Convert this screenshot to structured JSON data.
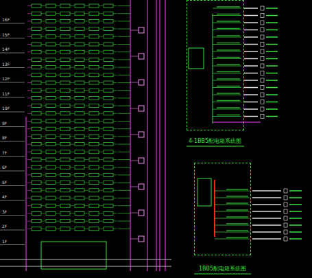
{
  "diagram": {
    "nodes": [
      {
        "text": [
          "4-1BB5配电箱系统图"
        ]
      },
      {
        "text": [
          "1BB5配电箱系统图"
        ]
      }
    ],
    "labels": [
      "16F",
      "15F",
      "14F",
      "13F",
      "12F",
      "11F",
      "10F",
      "9F",
      "8F",
      "7F",
      "6F",
      "5F",
      "4F",
      "3F",
      "2F",
      "1F"
    ]
  }
}
